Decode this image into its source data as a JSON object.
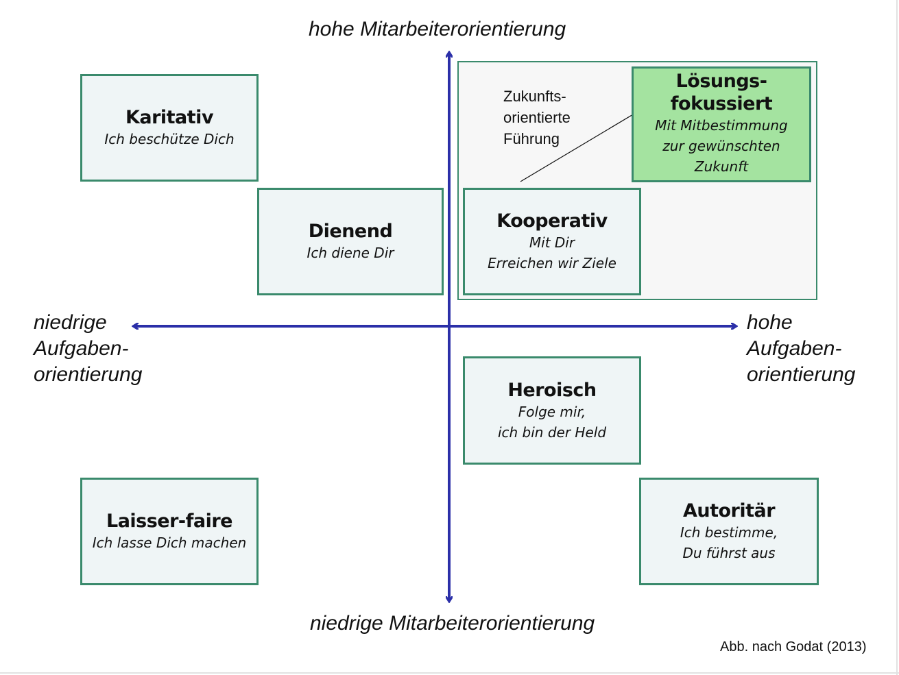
{
  "axes": {
    "top": "hohe Mitarbeiterorientierung",
    "bottom": "niedrige Mitarbeiterorientierung",
    "left": [
      "niedrige",
      "Aufgaben-",
      "orientierung"
    ],
    "right": [
      "hohe",
      "Aufgaben-",
      "orientierung"
    ],
    "color": "#2b2fa8"
  },
  "region": {
    "label": [
      "Zukunfts-",
      "orientierte",
      "Führung"
    ]
  },
  "styles": [
    {
      "id": "karitativ",
      "name": [
        "Karitativ"
      ],
      "sub": [
        "Ich beschütze Dich"
      ]
    },
    {
      "id": "dienend",
      "name": [
        "Dienend"
      ],
      "sub": [
        "Ich diene Dir"
      ]
    },
    {
      "id": "kooperativ",
      "name": [
        "Kooperativ"
      ],
      "sub": [
        "Mit Dir",
        "Erreichen wir Ziele"
      ]
    },
    {
      "id": "loesungsfokussiert",
      "name": [
        "Lösungs-",
        "fokussiert"
      ],
      "sub": [
        "Mit Mitbestimmung",
        "zur gewünschten",
        "Zukunft"
      ]
    },
    {
      "id": "heroisch",
      "name": [
        "Heroisch"
      ],
      "sub": [
        "Folge mir,",
        "ich bin der Held"
      ]
    },
    {
      "id": "laisser-faire",
      "name": [
        "Laisser-faire"
      ],
      "sub": [
        "Ich lasse Dich machen"
      ]
    },
    {
      "id": "autoritaer",
      "name": [
        "Autoritär"
      ],
      "sub": [
        "Ich bestimme,",
        "Du führst aus"
      ]
    }
  ],
  "credit": "Abb. nach Godat (2013)",
  "colors": {
    "box_border": "#3a8a6c",
    "box_fill": "#eff5f6",
    "highlight_fill": "#a4e3a0",
    "region_fill": "#f7f7f7"
  }
}
